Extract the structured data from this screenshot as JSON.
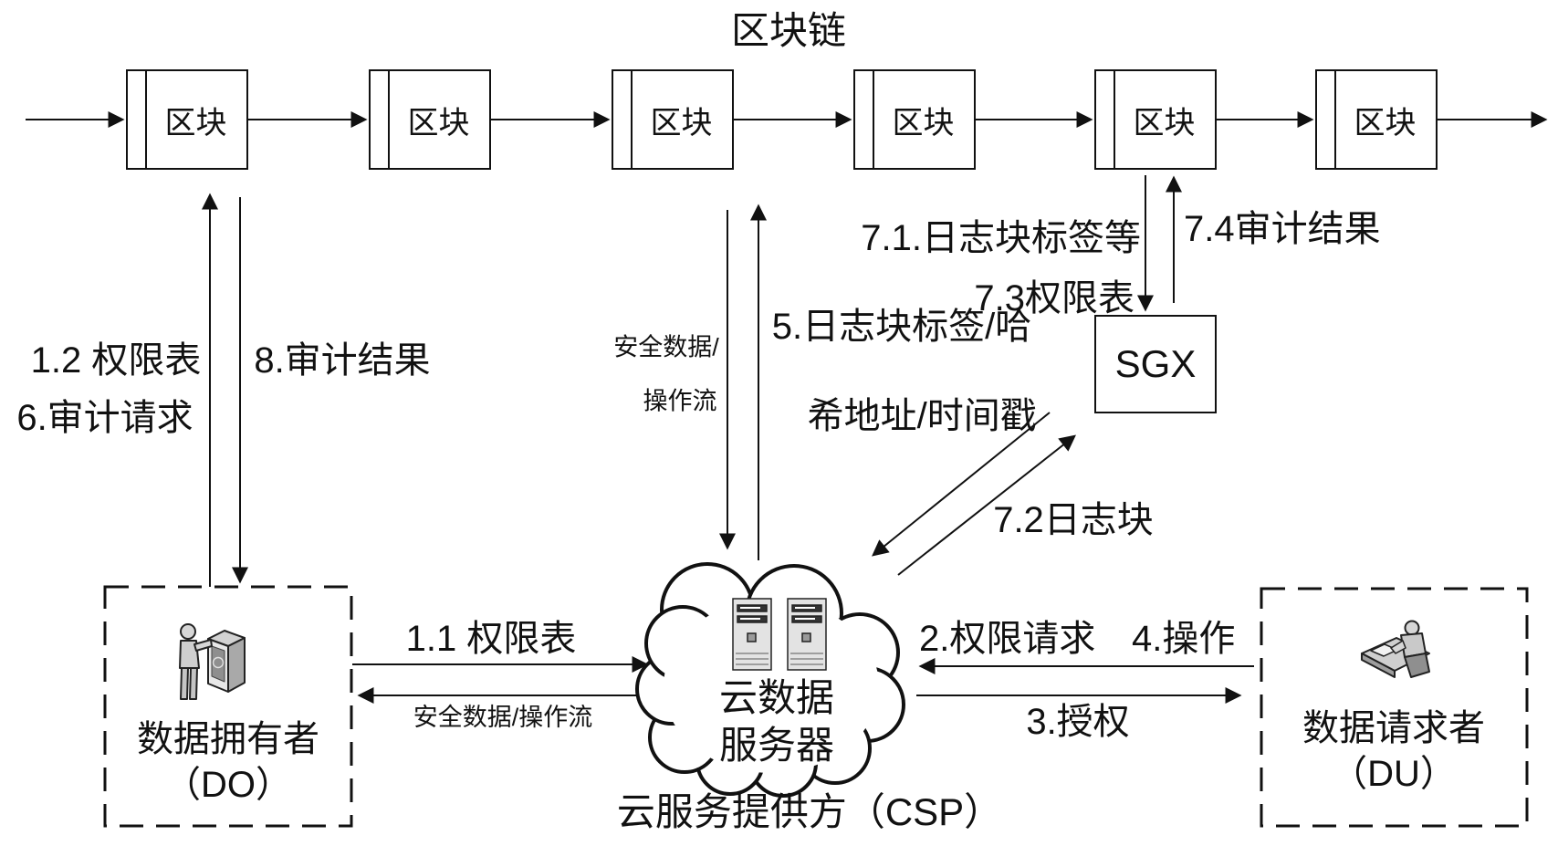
{
  "title": "区块链",
  "blockchain": {
    "blocks": [
      {
        "label": "区块"
      },
      {
        "label": "区块"
      },
      {
        "label": "区块"
      },
      {
        "label": "区块"
      },
      {
        "label": "区块"
      },
      {
        "label": "区块"
      }
    ]
  },
  "sgx_label": "SGX",
  "flows": {
    "f12": "1.2 权限表",
    "f6": "6.审计请求",
    "f8": "8.审计结果",
    "secure_vertical_line1": "安全数据/",
    "secure_vertical_line2": "操作流",
    "f5_line1": "5.日志块标签/哈",
    "f5_line2": "希地址/时间戳",
    "f71": "7.1.日志块标签等",
    "f73": "7.3权限表",
    "f74": "7.4审计结果",
    "f72": "7.2日志块",
    "f11": "1.1 权限表",
    "secure_horizontal": "安全数据/操作流",
    "f2": "2.权限请求",
    "f4": "4.操作",
    "f3": "3.授权"
  },
  "entities": {
    "data_owner_line1": "数据拥有者",
    "data_owner_line2": "（DO）",
    "data_user_line1": "数据请求者",
    "data_user_line2": "（DU）",
    "cloud_line1": "云数据",
    "cloud_line2": "服务器",
    "csp_caption": "云服务提供方（CSP）"
  },
  "colors": {
    "line": "#111111",
    "text": "#111111",
    "background": "#ffffff",
    "server_fill": "#e3e3e3",
    "icon_gray": "#c9c9c9"
  }
}
